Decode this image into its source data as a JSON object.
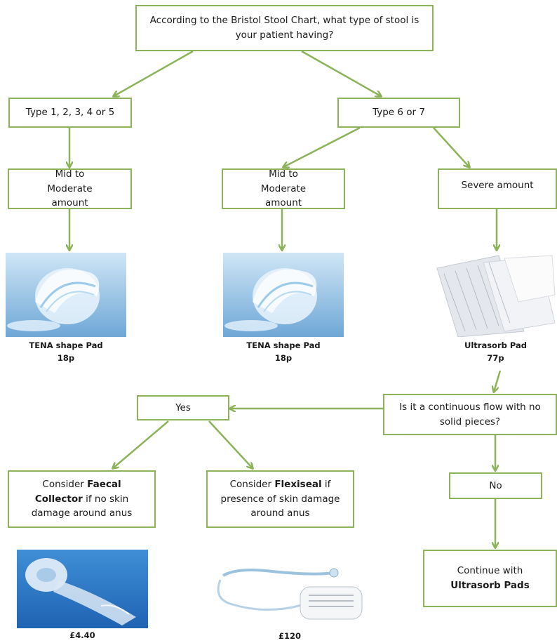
{
  "colors": {
    "connector": "#8db35a",
    "box_border": "#8db35a"
  },
  "flowchart": {
    "question_top": "According to the Bristol Stool Chart, what type of stool is your patient having?",
    "type_1_5": "Type 1, 2, 3, 4 or 5",
    "type_6_7": "Type 6 or 7",
    "mid_moderate_left": "Mid to Moderate amount",
    "mid_moderate_right": "Mid to Moderate amount",
    "severe_amount": "Severe amount",
    "continuous_flow_question": "Is it a continuous flow with no solid pieces?",
    "yes_label": "Yes",
    "no_label": "No",
    "faecal": {
      "prefix": "Consider ",
      "product": "Faecal Collector",
      "suffix": " if no skin damage around anus"
    },
    "flexiseal": {
      "prefix": "Consider ",
      "product": "Flexiseal",
      "suffix": " if presence of skin damage around anus"
    },
    "continue": {
      "line1": "Continue with",
      "line2": "Ultrasorb Pads"
    }
  },
  "products": {
    "tena_left": {
      "name": "TENA shape Pad",
      "price": "18p",
      "image": "tena-pad-image"
    },
    "tena_right": {
      "name": "TENA shape Pad",
      "price": "18p",
      "image": "tena-pad-image"
    },
    "ultrasorb": {
      "name": "Ultrasorb Pad",
      "price": "77p",
      "image": "ultrasorb-pad-image"
    },
    "faecal_collector": {
      "price": "£4.40",
      "image": "faecal-collector-image"
    },
    "flexiseal": {
      "price": "£120",
      "image": "flexiseal-kit-image"
    }
  }
}
